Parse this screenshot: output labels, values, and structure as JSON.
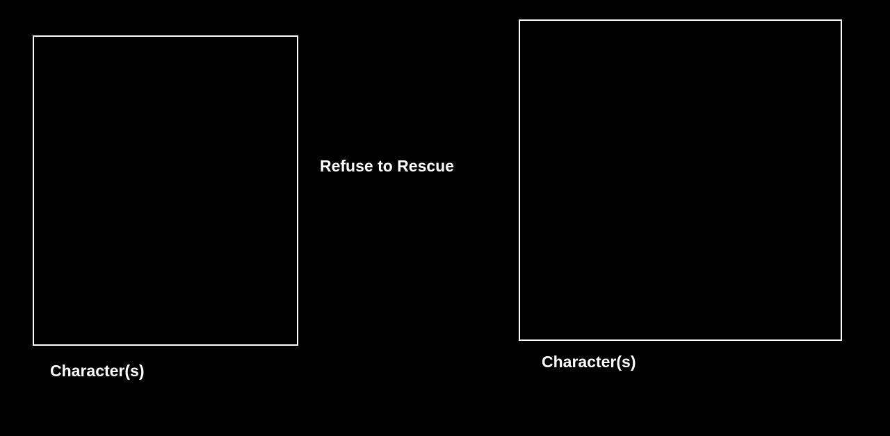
{
  "background_color": "#000000",
  "foreground_color": "#ffffff",
  "left_panel": {
    "caption": "Character(s)"
  },
  "middle": {
    "label": "Refuse to Rescue"
  },
  "right_panel": {
    "caption": "Character(s)"
  }
}
